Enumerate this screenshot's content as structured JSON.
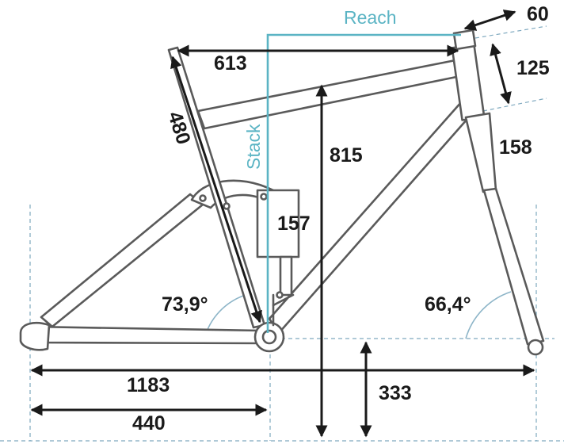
{
  "labels": {
    "reach": "Reach",
    "stack": "Stack",
    "stem_length": "60",
    "headset_spacer": "125",
    "top_tube": "613",
    "seat_tube": "480",
    "head_tube": "158",
    "shock_length": "157",
    "frame_height": "815",
    "seat_angle": "73,9°",
    "head_angle": "66,4°",
    "wheelbase": "1183",
    "chainstay": "440",
    "bb_drop": "333"
  },
  "colors": {
    "frame": "#5a5a5a",
    "dimension": "#1a1a1a",
    "accent": "#5bb4c4",
    "guide": "#7fa9bf"
  }
}
